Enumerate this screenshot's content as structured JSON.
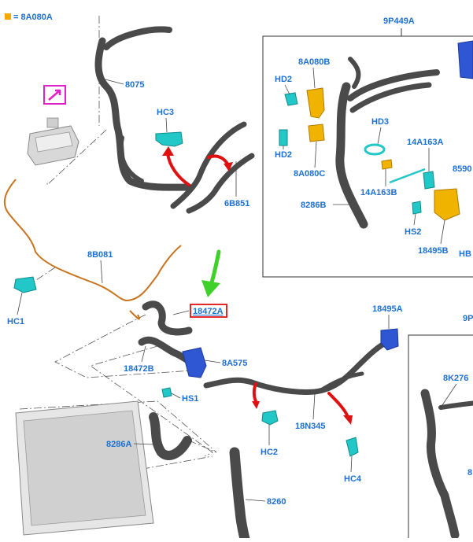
{
  "legend": {
    "text": "= 8A080A",
    "color": "#f5a800"
  },
  "colors": {
    "label": "#1f6fd1",
    "hose": "#4a4a4a",
    "cyan": "#22c7c7",
    "gold": "#f0b400",
    "blue": "#2f57d4",
    "arrow_red": "#e01010",
    "arrow_green": "#3fd12a",
    "magenta": "#e020c8",
    "orange_line": "#c8731e",
    "highlight_box": "#e01010"
  },
  "labels": {
    "l_8075": "8075",
    "l_hc3": "HC3",
    "l_6b851": "6B851",
    "l_9p449a": "9P449A",
    "l_8a080b": "8A080B",
    "l_hd2a": "HD2",
    "l_hd2b": "HD2",
    "l_8a080c": "8A080C",
    "l_hd3": "HD3",
    "l_14a163a": "14A163A",
    "l_14a163b": "14A163B",
    "l_8286b": "8286B",
    "l_hs2": "HS2",
    "l_18495b": "18495B",
    "l_8590": "8590",
    "l_hb": "HB",
    "l_8b081": "8B081",
    "l_hc1": "HC1",
    "l_18472a": "18472A",
    "l_18472b": "18472B",
    "l_8a575": "8A575",
    "l_hs1": "HS1",
    "l_18495a": "18495A",
    "l_9p": "9P",
    "l_hc2": "HC2",
    "l_18n345": "18N345",
    "l_hc4": "HC4",
    "l_8k276": "8K276",
    "l_8286a": "8286A",
    "l_8260": "8260",
    "l_8cut": "8"
  },
  "icons": [
    "degas-bottle-icon",
    "tool-icon",
    "hose-clamp-icon",
    "valve-icon",
    "pump-icon",
    "radiator-icon",
    "arrow-icon"
  ]
}
